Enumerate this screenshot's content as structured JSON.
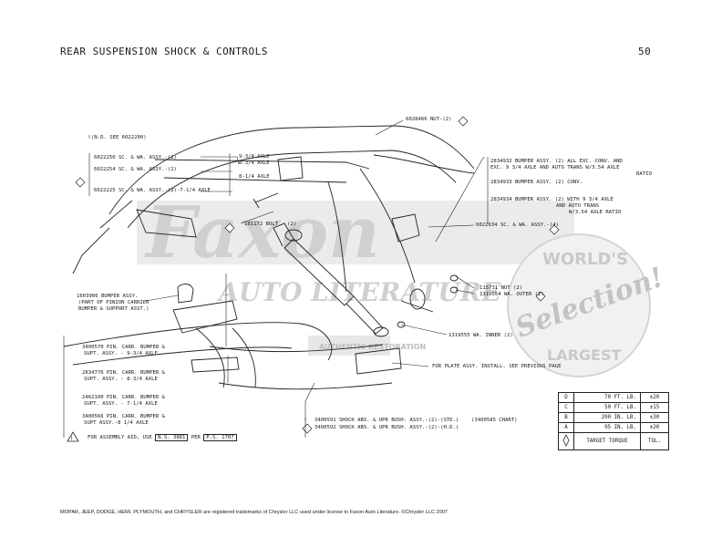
{
  "header": {
    "title": "REAR SUSPENSION SHOCK & CONTROLS",
    "page_number": "50"
  },
  "watermark": {
    "brand": "Faxon",
    "subtitle": "AUTO LITERATURE",
    "badge_line1": "WORLD'S",
    "badge_line2": "Selection!",
    "badge_line3": "LARGEST",
    "seal": "AUTHENTIC RESTORATION"
  },
  "callouts": {
    "nut_top": "6028466 NUT-(2)",
    "nd_see": "(N.D. SEE 6022200)",
    "sc_wa_1": "6022250 SC. & WA. ASSY.-(2)",
    "sc_wa_2": "6022254 SC. & WA. ASSY.-(2)",
    "sc_wa_3": "6022225 SC. & WA. ASSY.-(2)-7-1/4 AXLE",
    "axle_9_3_4": "9-3/4 AXLE",
    "axle_8_3_4": "8-3/4 AXLE",
    "axle_8_1_4": "8-1/4 AXLE",
    "bolt": "181172 BOLT - (2)",
    "bumper_2834932_l1": "2834932 BUMPER ASSY. (2) ALL EXC. CONV. AND",
    "bumper_2834932_l2": "EXC. 9 3/4 AXLE AND AUTO TRANS W/3.54 AXLE",
    "bumper_2834932_l3": "RATIO",
    "bumper_2834933": "2834933 BUMPER ASSY. (2) CONV.",
    "bumper_2834934_l1": "2834934 BUMPER ASSY. (2) WITH 9 3/4 AXLE",
    "bumper_2834934_l2": "AND AUTO TRANS",
    "bumper_2834934_l3": "W/3.54 AXLE RATIO",
    "sc_wa_6022634": "6022634 SC. & WA. ASSY.-(4)",
    "nut_115731": "115731 NUT (2)",
    "wa_outer": "1319554 WA. OUTER (2)",
    "wa_inner": "1319555 WA. INNER (2)",
    "bumper_1603906_l1": "1603906 BUMPER ASSY.",
    "bumper_1603906_l2": "(PART OF PINION CARRIER",
    "bumper_1603906_l3": "BUMPER & SUPPORT ASST.)",
    "pin_carr_1_l1": "3400570 PIN. CARR. BUMPER &",
    "pin_carr_1_l2": "SUPT. ASSY. - 9-3/4 AXLE",
    "pin_carr_2_l1": "2834776 PIN. CARR. BUMPER &",
    "pin_carr_2_l2": "SUPT. ASSY. - 8-3/4 AXLE",
    "pin_carr_3_l1": "2462100 PIN. CARR. BUMPER &",
    "pin_carr_3_l2": "SUPT. ASSY. - 7-1/4 AXLE",
    "pin_carr_4_l1": "3400566 PIN. CARR. BUMPER &",
    "pin_carr_4_l2": "SUPT ASSY.-8 1/4 AXLE",
    "plate_assy": "FOR PLATE ASSY. INSTALL. SEE PREVIOUS PAGE",
    "shock_1": "3400591 SHOCK ABS. & UPR BUSH. ASSY.-(2)-(STD.)",
    "shock_2": "3400592 SHOCK ABS. & UPR BUSH. ASSY.-(2)-(H.D.)",
    "chart_ref": "(3400585 CHART)",
    "assembly_aid_prefix": "FOR ASSEMBLY AID, USE",
    "assembly_aid_ns": "N.S. 3881",
    "assembly_aid_per": "PER",
    "assembly_aid_ps": "P.S. 1707"
  },
  "torque_table": {
    "rows": [
      {
        "key": "D",
        "value": "70 FT. LB.",
        "tol": "±20"
      },
      {
        "key": "C",
        "value": "50 FT. LB.",
        "tol": "±15"
      },
      {
        "key": "B",
        "value": "200 IN. LB.",
        "tol": "±30"
      },
      {
        "key": "A",
        "value": "95 IN. LB.",
        "tol": "±20"
      }
    ],
    "footer_label": "TARGET TORQUE",
    "footer_tol": "TOL."
  },
  "footer": {
    "trademark": "MOPAR, JEEP, DODGE, HEMI, PLYMOUTH, and CHRYSLER are registered trademarks of Chrysler LLC used under license to Faxon Auto Literature. ©Chrysler LLC 2007"
  }
}
